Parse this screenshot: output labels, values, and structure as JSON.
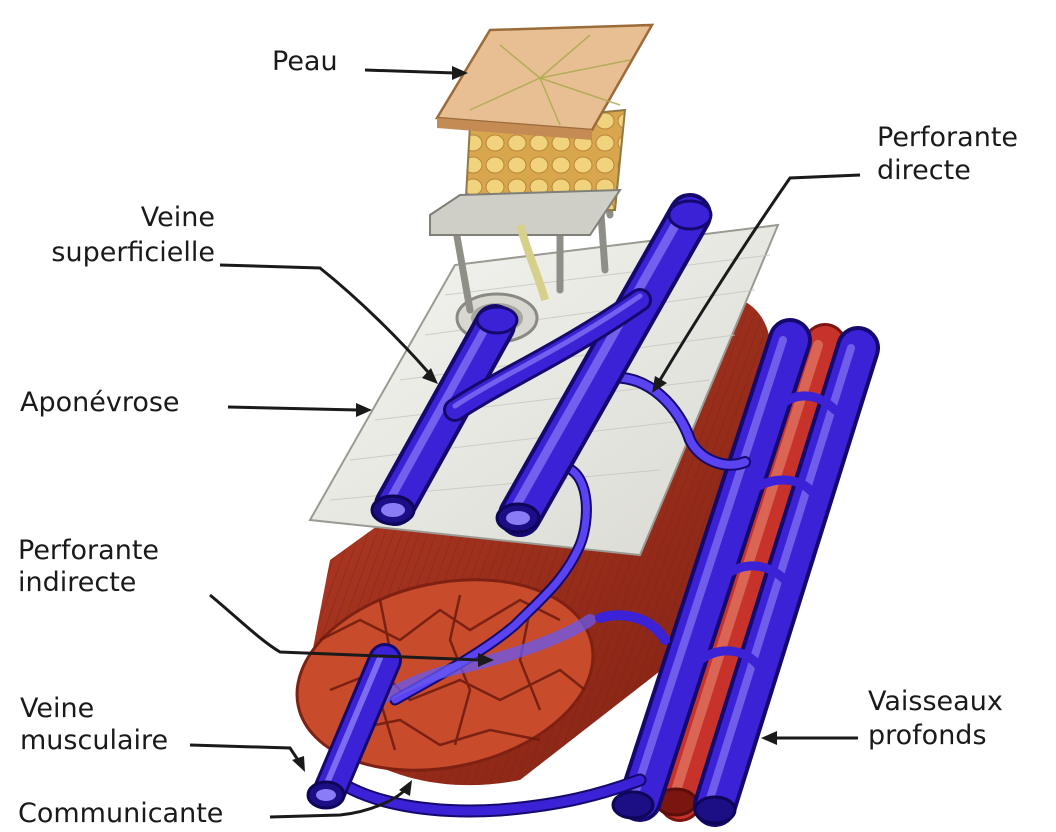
{
  "labels": {
    "peau": "Peau",
    "perforante_directe_l1": "Perforante",
    "perforante_directe_l2": "directe",
    "veine_superficielle_l1": "Veine",
    "veine_superficielle_l2": "superficielle",
    "aponevrose": "Aponévrose",
    "perforante_indirecte_l1": "Perforante",
    "perforante_indirecte_l2": "indirecte",
    "veine_musculaire_l1": "Veine",
    "veine_musculaire_l2": "musculaire",
    "communicante": "Communicante",
    "vaisseaux_profonds_l1": "Vaisseaux",
    "vaisseaux_profonds_l2": "profonds"
  },
  "colors": {
    "vein": "#3b22d6",
    "vein_dark": "#1c0f86",
    "vein_light": "#7c6cf2",
    "artery": "#c7332a",
    "artery_light": "#e37b66",
    "muscle": "#a8321d",
    "muscle_section": "#c84b2c",
    "skin": "#e6b98a",
    "fat": "#e9c46a",
    "fascia": "#eeeeea",
    "leader": "#1a1a1a"
  }
}
